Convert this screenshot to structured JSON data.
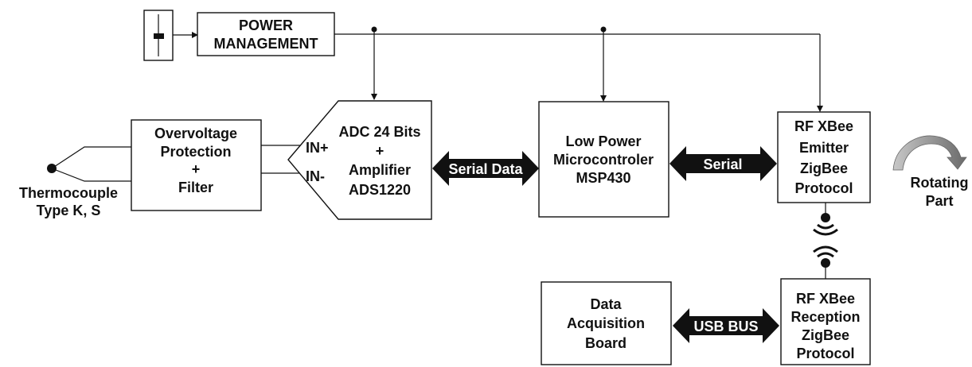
{
  "power_management": {
    "line1": "POWER",
    "line2": "MANAGEMENT"
  },
  "thermocouple": {
    "line1": "Thermocouple",
    "line2": "Type K, S"
  },
  "overvoltage": {
    "line1": "Overvoltage",
    "line2": "Protection",
    "line3": "+",
    "line4": "Filter"
  },
  "adc": {
    "line1": "ADC 24 Bits",
    "line2": "+",
    "line3": "Amplifier",
    "line4": "ADS1220",
    "in_plus": "IN+",
    "in_minus": "IN-"
  },
  "serial_data_arrow": "Serial Data",
  "mcu": {
    "line1": "Low Power",
    "line2": "Microcontroler",
    "line3": "MSP430"
  },
  "serial_arrow": "Serial",
  "rf_emitter": {
    "line1": "RF XBee",
    "line2": "Emitter",
    "line3": "ZigBee",
    "line4": "Protocol"
  },
  "rotating_part": {
    "line1": "Rotating",
    "line2": "Part"
  },
  "rf_reception": {
    "line1": "RF XBee",
    "line2": "Reception",
    "line3": "ZigBee",
    "line4": "Protocol"
  },
  "usb_arrow": "USB BUS",
  "daq": {
    "line1": "Data",
    "line2": "Acquisition",
    "line3": "Board"
  },
  "colors": {
    "ink": "#111111",
    "rotating_arrow": "#7a7a7a"
  }
}
